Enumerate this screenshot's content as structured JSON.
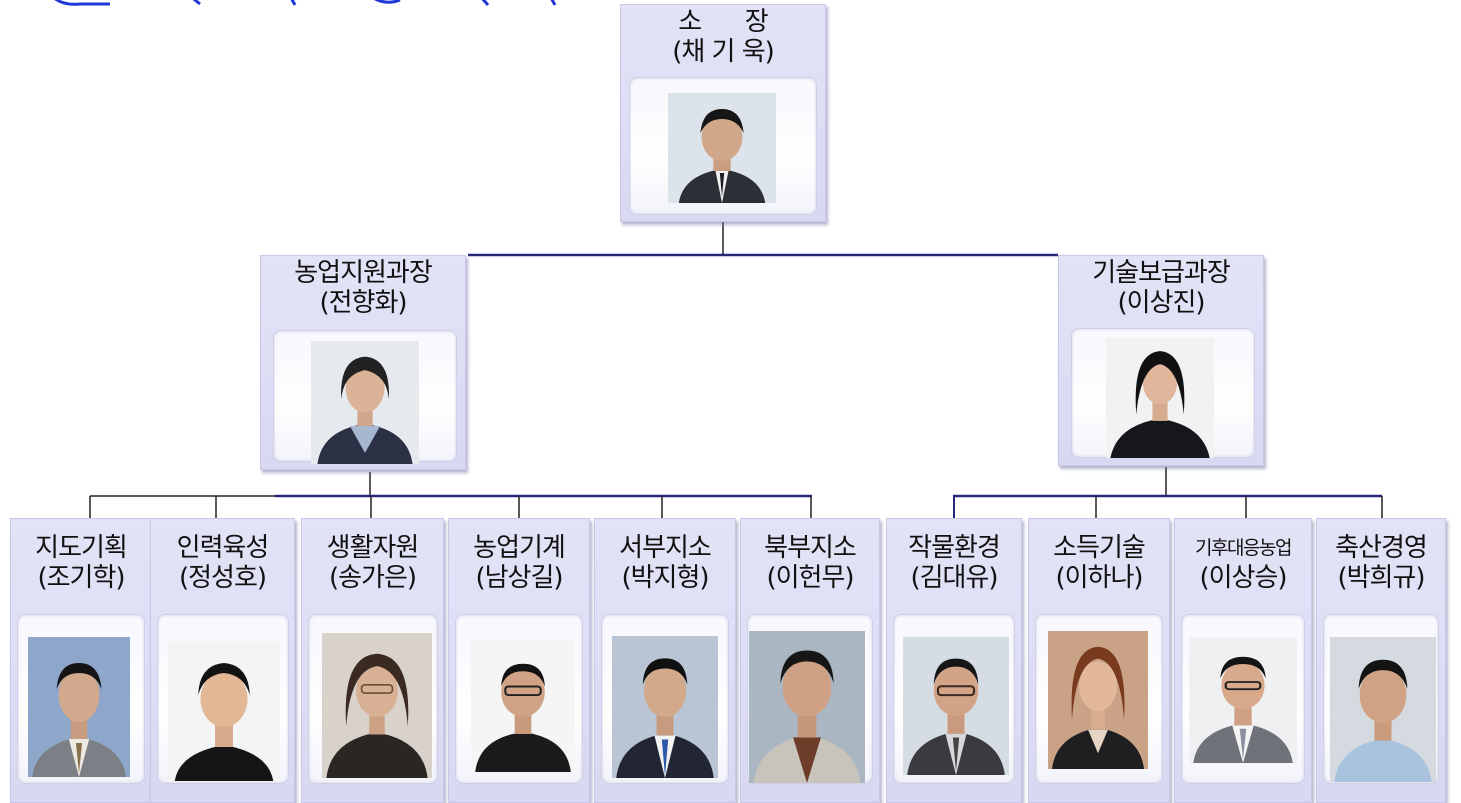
{
  "chief": {
    "title": "소      장",
    "name": "(채 기 욱)"
  },
  "managers": [
    {
      "title": "농업지원과장",
      "name": "(전향화)"
    },
    {
      "title": "기술보급과장",
      "name": "(이상진)"
    }
  ],
  "staff": [
    {
      "title": "지도기획",
      "name": "(조기학)"
    },
    {
      "title": "인력육성",
      "name": "(정성호)"
    },
    {
      "title": "생활자원",
      "name": "(송가은)"
    },
    {
      "title": "농업기계",
      "name": "(남상길)"
    },
    {
      "title": "서부지소",
      "name": "(박지형)"
    },
    {
      "title": "북부지소",
      "name": "(이헌무)"
    },
    {
      "title": "작물환경",
      "name": "(김대유)"
    },
    {
      "title": "소득기술",
      "name": "(이하나)"
    },
    {
      "title": "기후대응농업",
      "name": "(이상승)"
    },
    {
      "title": "축산경영",
      "name": "(박희규)"
    }
  ],
  "colors": {
    "box_fill": "#dcdcf4",
    "connector_main": "#27287a",
    "connector_sub": "#222222",
    "heading_blue": "#1f37d6"
  }
}
